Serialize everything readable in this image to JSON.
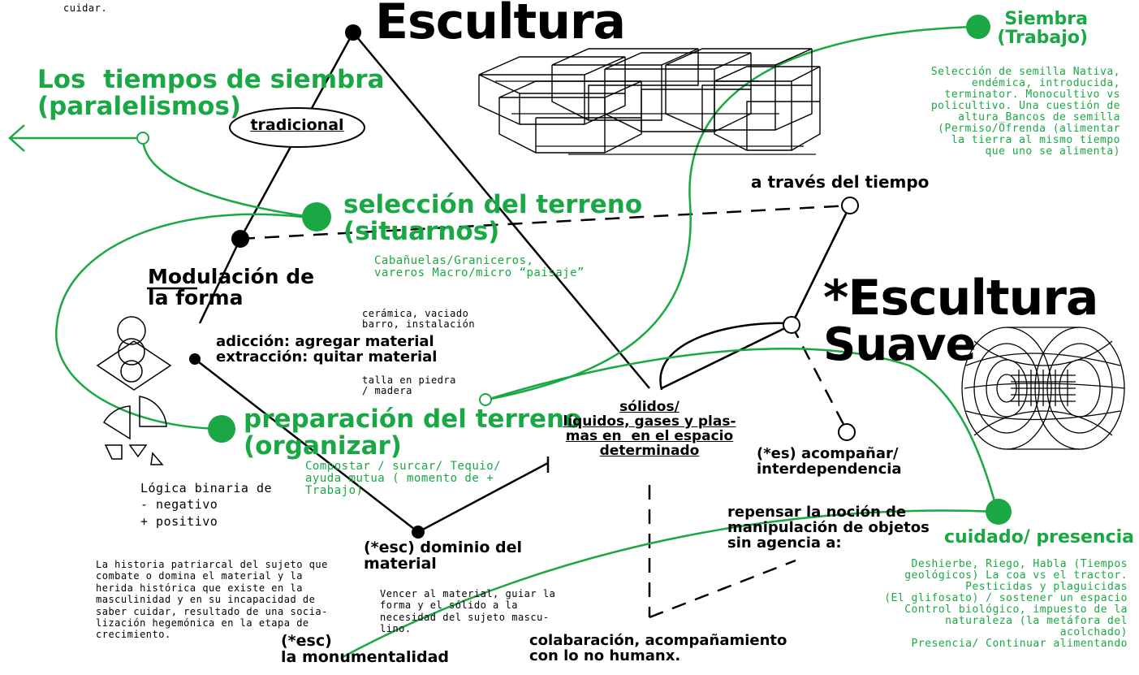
{
  "colors": {
    "green": "#1aa844",
    "black": "#000000"
  },
  "titles": {
    "escultura": "Escultura",
    "escultura_suave_1": "*Escultura",
    "escultura_suave_2": "Suave"
  },
  "green_nodes": {
    "siembra_trabajo": "Siembra\n(Trabajo)",
    "tiempos_siembra": "Los  tiempos de siembra\n(paralelismos)",
    "seleccion_terreno": "selección del terreno\n(situarnos)",
    "preparacion_terreno": "preparación del terreno\n(organizar)",
    "cuidado_presencia": "cuidado/ presencia"
  },
  "green_notes": {
    "siembra": "Selección de semilla Nativa,\nendémica, introducida,\nterminator. Monocultivo vs\npolicultivo. Una cuestión de\naltura_Bancos de semilla\n(Permiso/Ofrenda (alimentar\nla tierra al mismo tiempo\nque uno se alimenta)",
    "seleccion": "Cabañuelas/Graniceros,\nvareros Macro/micro “paisaje”",
    "preparacion": "Compostar / surcar/ Tequio/\nayuda mutua ( momento de +\nTrabajo)",
    "cuidado": "Deshierbe, Riego, Habla (Tiempos\ngeológicos) La coa vs el tractor.\nPesticidas y plaguicidas\n(El glifosato) / sostener un espacio\nControl biológico, impuesto de la\nnaturaleza (la metáfora del\nacolchado)\nPresencia/ Continuar alimentando"
  },
  "black_labels": {
    "cuidar": "cuidar.",
    "tradicional": "tradicional",
    "modulacion": "Modulación de\nla forma",
    "adiccion": "adicción: agregar material\nextracción: quitar material",
    "esc_dominio": "(*esc) dominio del\nmaterial",
    "esc_monumental": "(*esc)\nla monumentalidad",
    "solidos": "sólidos/\nlíquidos, gases y plas-\nmas en  en el espacio\ndeterminado",
    "a_traves": "a través del tiempo",
    "es_acompanar": "(*es) acompañar/\ninterdependencia",
    "repensar": "repensar la noción de\nmanipulación de objetos\nsin agencia a:",
    "colaboracion": "colabaración, acompañamiento\ncon lo no humanx."
  },
  "mono_notes": {
    "ceramica": "cerámica, vaciado\nbarro, instalación",
    "talla": "talla en piedra\n/ madera",
    "logica": "Lógica binaria de\n- negativo\n+ positivo",
    "historia": "La historia patriarcal del sujeto que\ncombate o domina el material y la\nherida histórica que existe en la\nmasculinidad y en su incapacidad de\nsaber cuidar, resultado de una socia-\nlización hegemónica en la etapa de\ncrecimiento.",
    "vencer": "Vencer al material, guiar la\nforma y el sólido a la\nnecesidad del sujeto mascu-\nlino."
  }
}
